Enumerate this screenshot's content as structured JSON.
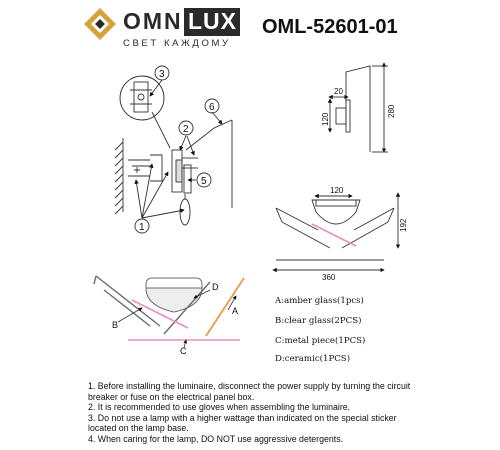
{
  "brand": {
    "name_part1": "OMNI",
    "name_part2": "LUX",
    "tagline": "СВЕТ КАЖДОМУ"
  },
  "model": "OML-52601-01",
  "side_view": {
    "width_label": "20",
    "depth_label": "120",
    "height_label": "280"
  },
  "front_view": {
    "top_width_label": "120",
    "height_label": "192",
    "width_label": "360"
  },
  "install_callouts": [
    "3",
    "2",
    "6",
    "5",
    "1"
  ],
  "parts_diagram": {
    "letters": {
      "a": "A",
      "b": "B",
      "c": "C",
      "d": "D"
    },
    "colors": {
      "amber": "#e59a4c",
      "pink": "#e48fc6",
      "frame": "#6b6b6b"
    }
  },
  "parts_legend": [
    "A:amber glass(1pcs)",
    "B:clear glass(2PCS)",
    "C:metal piece(1PCS)",
    "D:ceramic(1PCS)"
  ],
  "instructions": [
    "1. Before installing the luminaire, disconnect the power supply by turning the circuit breaker or fuse on the electrical panel box.",
    "2. It is recommended to use gloves when assembling the luminaire.",
    "3. Do not use a lamp with a higher wattage than indicated on the special sticker located on the lamp base.",
    "4. When caring for the lamp, DO NOT use aggressive detergents."
  ]
}
